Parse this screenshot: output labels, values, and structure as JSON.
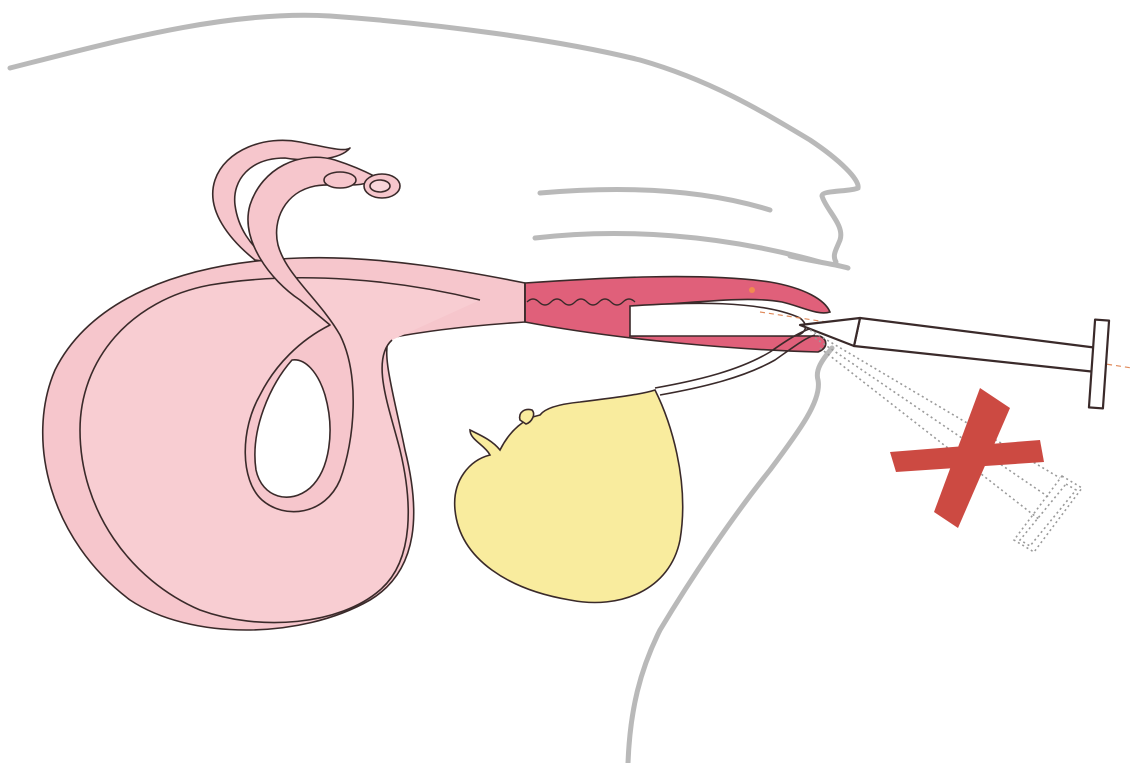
{
  "figure": {
    "kind": "anatomical-illustration",
    "labels": [],
    "colors": {
      "background": "#ffffff",
      "body_outline": "#b9b9b9",
      "uterus_fill": "#f6c6cc",
      "outline": "#3a2a2a",
      "cervix_fill": "#e0607a",
      "bladder_fill": "#f9ec9e",
      "wrong_mark": "#cc4a42",
      "guide_line": "#e08a5a",
      "ghost_syringe": "#9a9a9a"
    },
    "icons": [
      "correct-syringe",
      "incorrect-angle-syringe",
      "cross-mark"
    ]
  }
}
